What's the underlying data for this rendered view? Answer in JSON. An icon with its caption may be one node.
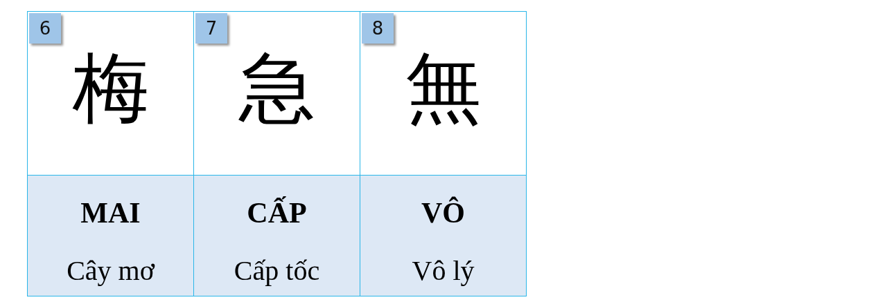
{
  "diagram": {
    "nodes": [
      {
        "text": [
          "梅",
          "MAI",
          "Cây mơ"
        ]
      },
      {
        "text": [
          "6"
        ],
        "in": 0
      },
      {
        "text": [
          "急",
          "CẤP",
          "Cấp tốc"
        ]
      },
      {
        "text": [
          "7"
        ],
        "in": 2
      },
      {
        "text": [
          "無",
          "VÔ",
          "Vô lý"
        ]
      },
      {
        "text": [
          "8"
        ],
        "in": 4
      }
    ]
  }
}
